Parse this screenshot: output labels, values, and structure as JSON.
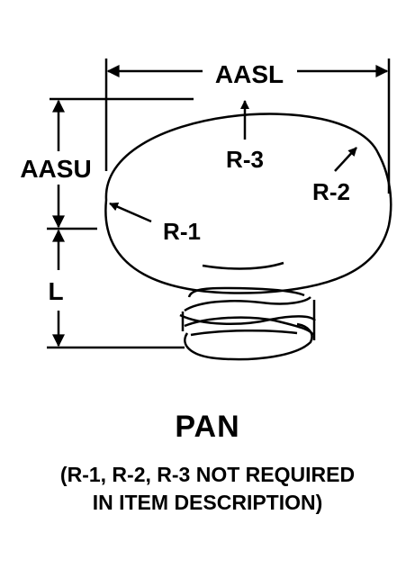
{
  "labels": {
    "aasl": "AASL",
    "aasu": "AASU",
    "r1": "R-1",
    "r2": "R-2",
    "r3": "R-3",
    "l": "L"
  },
  "caption": {
    "title": "PAN",
    "note_line1": "(R-1, R-2, R-3 NOT REQUIRED",
    "note_line2": "IN ITEM DESCRIPTION)"
  },
  "colors": {
    "ink": "#000000",
    "background": "#ffffff"
  }
}
